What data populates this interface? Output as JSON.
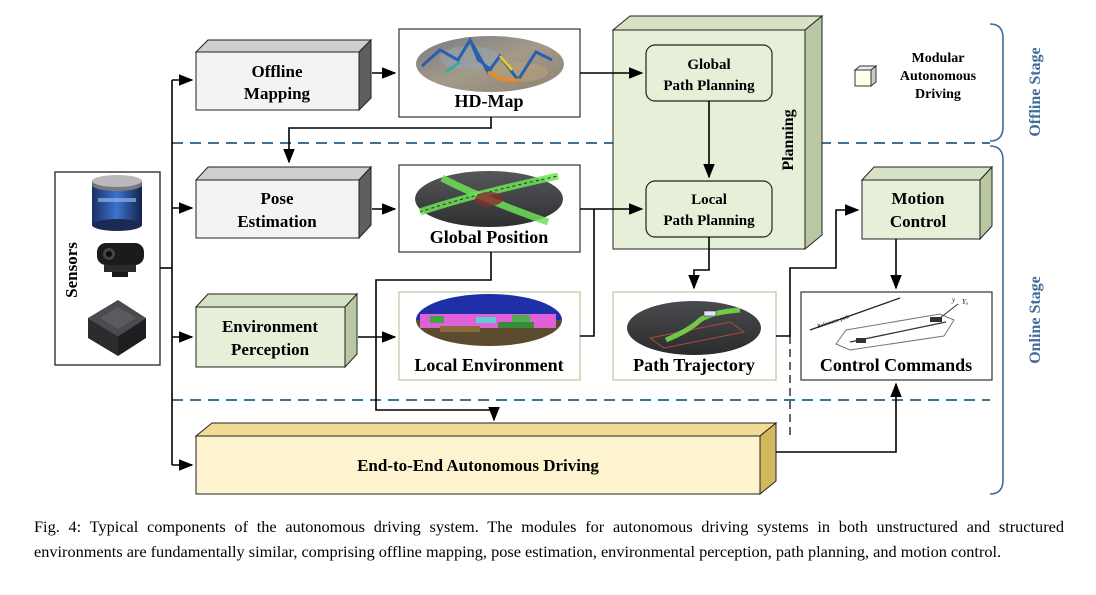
{
  "sensors": {
    "label": "Sensors"
  },
  "modules": {
    "offline_mapping": [
      "Offline",
      "Mapping"
    ],
    "pose_estimation": [
      "Pose",
      "Estimation"
    ],
    "environment_perception": [
      "Environment",
      "Perception"
    ],
    "global_path_planning": [
      "Global",
      "Path Planning"
    ],
    "local_path_planning": [
      "Local",
      "Path Planning"
    ],
    "planning": "Planning",
    "motion_control": [
      "Motion",
      "Control"
    ],
    "end_to_end": "End-to-End Autonomous Driving"
  },
  "outputs": {
    "hd_map": "HD-Map",
    "global_position": "Global Position",
    "local_environment": "Local Environment",
    "path_trajectory": "Path Trajectory",
    "control_commands": "Control Commands"
  },
  "legend": [
    "Modular",
    "Autonomous",
    "Driving"
  ],
  "stages": {
    "offline": "Offline Stage",
    "online": "Online Stage"
  },
  "inset_labels": {
    "reference_path": "Reference path",
    "y_axis": "y",
    "ys_axis": "Yₐ"
  },
  "caption": "Fig. 4: Typical components of the autonomous driving system. The modules for autonomous driving systems in both unstructured and structured environments are fundamentally similar, comprising offline mapping, pose estimation, environmental perception, path planning, and motion control.",
  "colors": {
    "module_gray_front": "#f3f3f3",
    "module_gray_side": "#5f5f5f",
    "module_green_front": "#e6efd8",
    "module_green_side": "#b9c8a3",
    "e2e_front": "#fdf3cf",
    "e2e_top": "#f0dc95",
    "e2e_side": "#d1b85c",
    "dashed_divider": "#3f7196",
    "stage_text": "#3f6c9a"
  }
}
